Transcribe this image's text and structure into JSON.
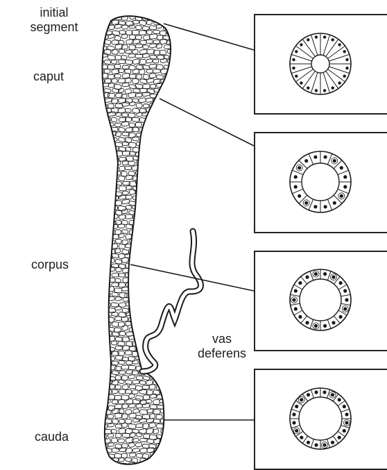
{
  "labels": {
    "initial_segment_line1": "initial",
    "initial_segment_line2": "segment",
    "caput": "caput",
    "corpus": "corpus",
    "cauda": "cauda",
    "vas_deferens_line1": "vas",
    "vas_deferens_line2": "deferens"
  },
  "panels": [
    {
      "region": "initial segment",
      "epithelium": "tall columnar",
      "cell_count": 20,
      "lumen": "small"
    },
    {
      "region": "caput",
      "epithelium": "columnar with clear cells",
      "cell_count": 16,
      "lumen": "medium"
    },
    {
      "region": "corpus",
      "epithelium": "cuboidal",
      "cell_count": 18,
      "lumen": "large"
    },
    {
      "region": "cauda",
      "epithelium": "low cuboidal",
      "cell_count": 20,
      "lumen": "large"
    }
  ],
  "colors": {
    "ink": "#1a1a1a",
    "paper": "#ffffff"
  }
}
